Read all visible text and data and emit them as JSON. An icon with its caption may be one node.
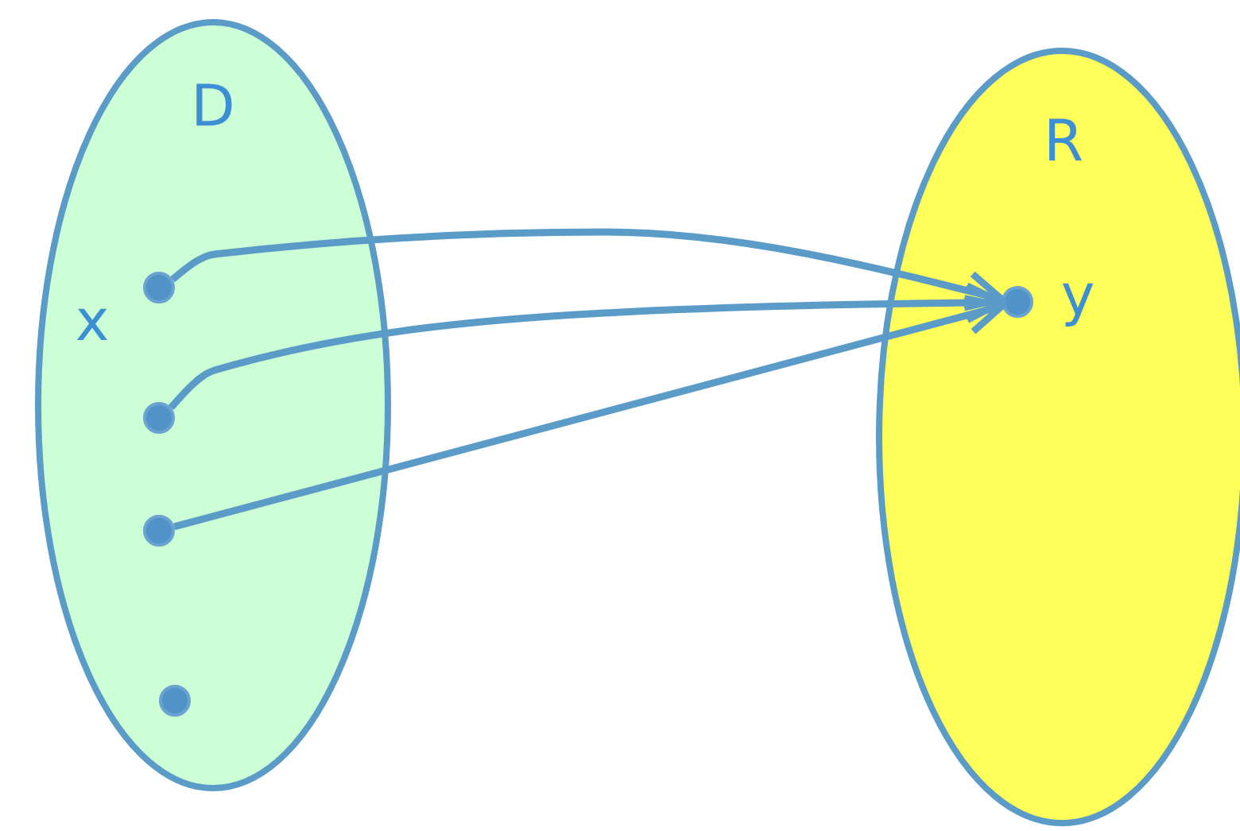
{
  "diagram": {
    "nodes": [
      {
        "text": [
          "D"
        ]
      },
      {
        "text": [
          "R"
        ]
      },
      {
        "text": [],
        "shape": "circle",
        "in": 0,
        "beside": [
          "x"
        ]
      },
      {
        "text": [],
        "shape": "circle",
        "in": 0
      },
      {
        "text": [],
        "shape": "circle",
        "in": 0
      },
      {
        "text": [],
        "shape": "circle",
        "in": 0
      },
      {
        "text": [],
        "shape": "circle",
        "in": 1,
        "beside": [
          "y"
        ]
      }
    ],
    "edges": [
      {
        "from": 2,
        "to": 6,
        "arrow": "to"
      },
      {
        "from": 3,
        "to": 6,
        "arrow": "to"
      },
      {
        "from": 4,
        "to": 6,
        "arrow": "to"
      }
    ]
  }
}
